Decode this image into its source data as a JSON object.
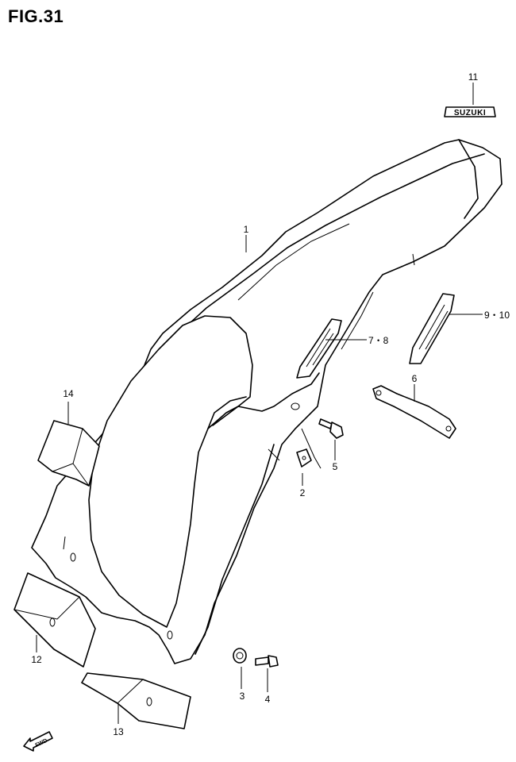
{
  "figure": {
    "title": "FIG.31"
  },
  "callouts": [
    {
      "id": "c1",
      "label": "1"
    },
    {
      "id": "c2",
      "label": "2"
    },
    {
      "id": "c3",
      "label": "3"
    },
    {
      "id": "c4",
      "label": "4"
    },
    {
      "id": "c5",
      "label": "5"
    },
    {
      "id": "c6",
      "label": "6"
    },
    {
      "id": "c7",
      "label": "7・8"
    },
    {
      "id": "c9",
      "label": "9・10"
    },
    {
      "id": "c11",
      "label": "11"
    },
    {
      "id": "c12",
      "label": "12"
    },
    {
      "id": "c13",
      "label": "13"
    },
    {
      "id": "c14",
      "label": "14"
    }
  ],
  "emblem": {
    "text": "SUZUKI"
  },
  "fwd_marker": {
    "text": "FWD"
  }
}
